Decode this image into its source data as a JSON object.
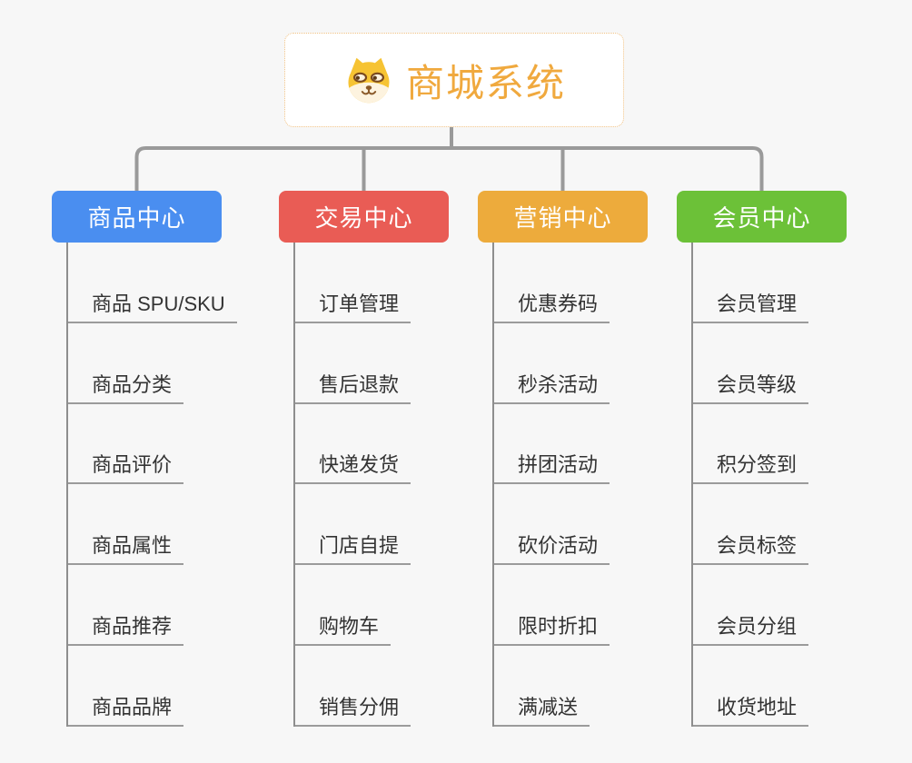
{
  "root": {
    "title": "商城系统",
    "icon": "shiba-dog-icon"
  },
  "branches": [
    {
      "label": "商品中心",
      "color": "#4a8ef0",
      "items": [
        "商品 SPU/SKU",
        "商品分类",
        "商品评价",
        "商品属性",
        "商品推荐",
        "商品品牌"
      ]
    },
    {
      "label": "交易中心",
      "color": "#e95c55",
      "items": [
        "订单管理",
        "售后退款",
        "快递发货",
        "门店自提",
        "购物车",
        "销售分佣"
      ]
    },
    {
      "label": "营销中心",
      "color": "#edab3c",
      "items": [
        "优惠券码",
        "秒杀活动",
        "拼团活动",
        "砍价活动",
        "限时折扣",
        "满减送"
      ]
    },
    {
      "label": "会员中心",
      "color": "#6cc138",
      "items": [
        "会员管理",
        "会员等级",
        "积分签到",
        "会员标签",
        "会员分组",
        "收货地址"
      ]
    }
  ],
  "colors": {
    "background": "#f7f7f7",
    "connector": "#9a9a9a",
    "trunk": "#8e8e8e",
    "underline": "#9b9b9b",
    "item_text": "#333333",
    "root_text": "#f0a93e",
    "root_border": "#f0c183",
    "header_text": "#ffffff"
  }
}
